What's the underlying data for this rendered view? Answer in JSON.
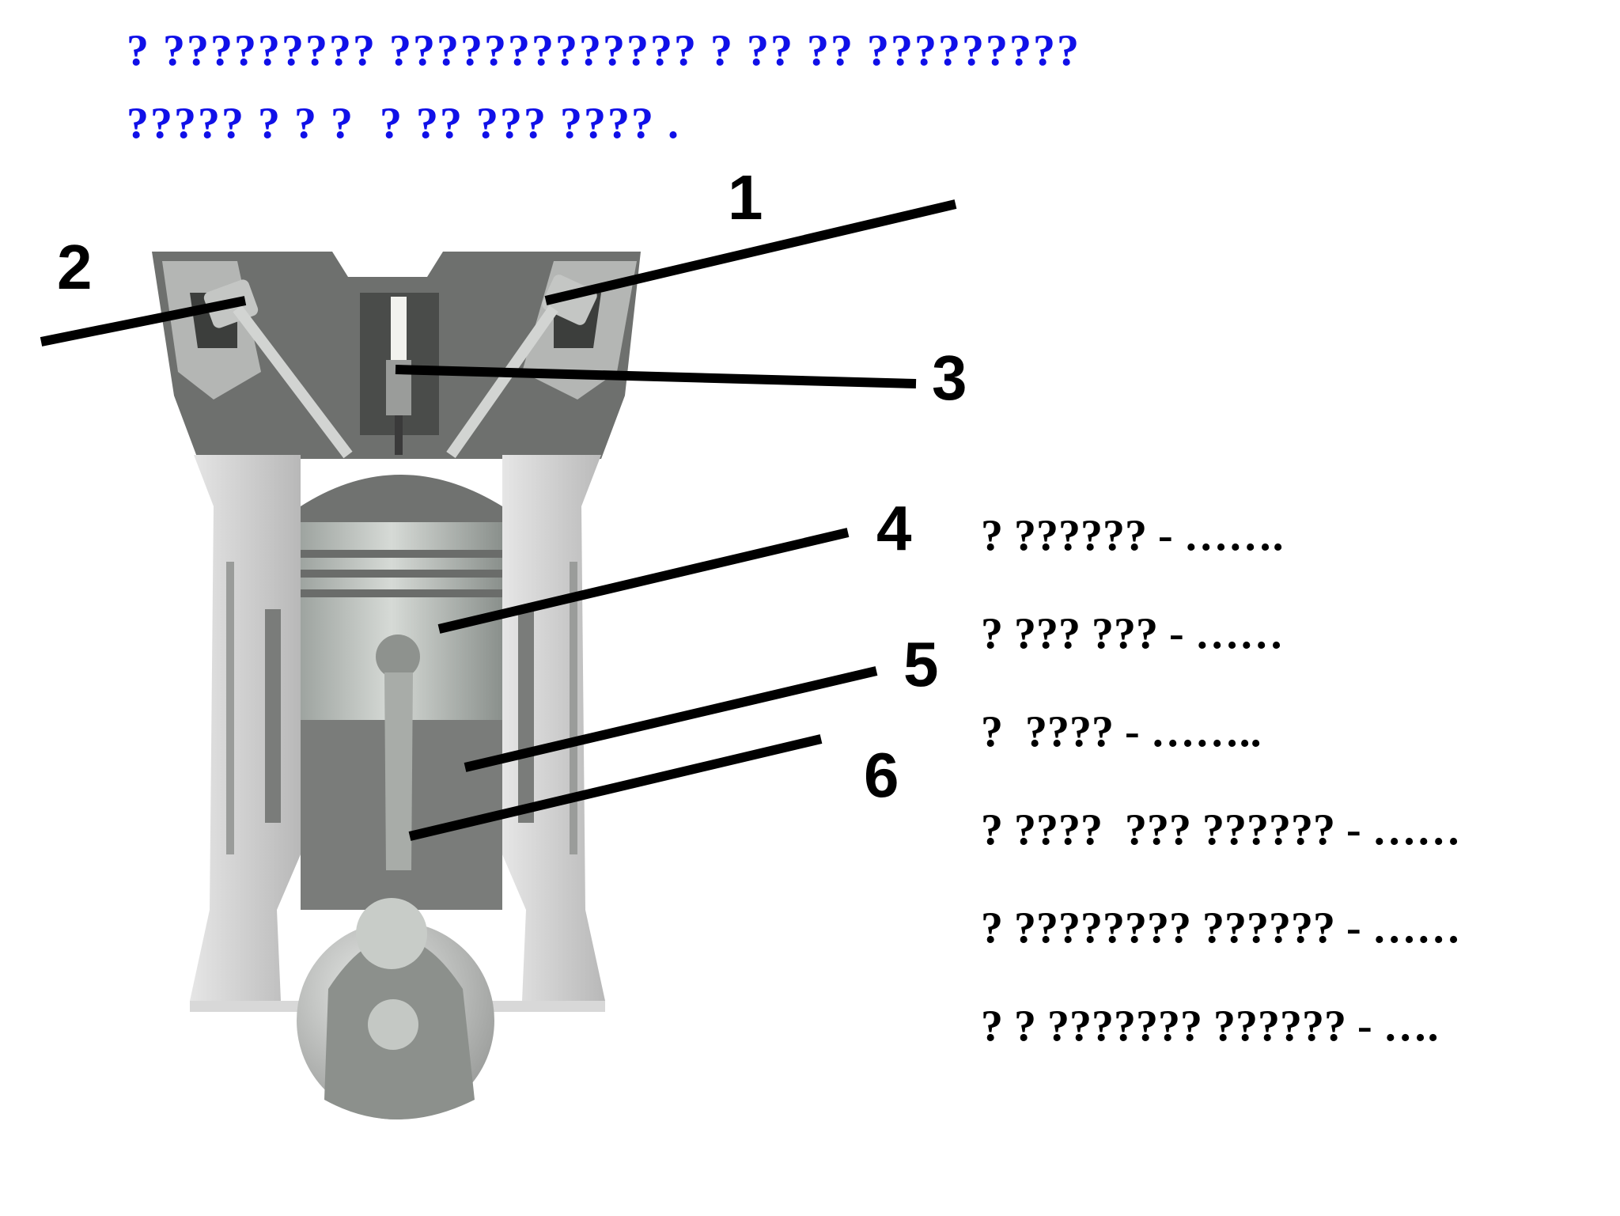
{
  "title": {
    "line1": "? ????????? ????????????? ? ?? ?? ?????????",
    "line2": "????? ? ? ?  ? ?? ??? ???? ."
  },
  "callouts": [
    "1",
    "2",
    "3",
    "4",
    "5",
    "6"
  ],
  "legend": [
    "? ?????? - …….",
    "? ??? ??? - ……",
    "?  ???? - ……..",
    "? ????  ??? ?????? - ……",
    "? ???????? ?????? - ……",
    "? ? ??????? ?????? - …."
  ],
  "colors": {
    "title": "#1010e8",
    "text": "#000000",
    "engine_light": "#c8cac8",
    "engine_mid": "#8a8c8a",
    "engine_dark": "#5a5c5a"
  }
}
